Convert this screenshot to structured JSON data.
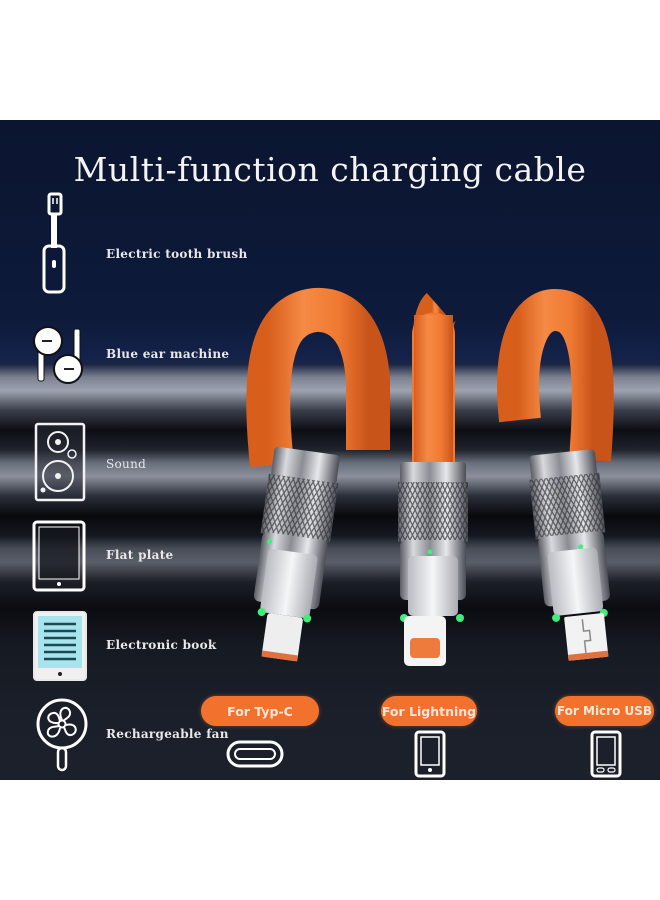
{
  "banner": {
    "title": "Multi-function charging cable",
    "features": [
      {
        "label": "Electric tooth brush",
        "icon": "toothbrush-icon"
      },
      {
        "label": "Blue ear machine",
        "icon": "earbuds-icon"
      },
      {
        "label": "Sound",
        "icon": "speaker-icon"
      },
      {
        "label": "Flat plate",
        "icon": "tablet-icon"
      },
      {
        "label": "Electronic book",
        "icon": "ebook-icon"
      },
      {
        "label": "Rechargeable fan",
        "icon": "fan-icon"
      }
    ],
    "connectors": [
      {
        "label": "For Typ-C",
        "icon": "usb-c-port-icon"
      },
      {
        "label": "For Lightning",
        "icon": "phone-lightning-icon"
      },
      {
        "label": "For Micro USB",
        "icon": "phone-micro-usb-icon"
      }
    ],
    "colors": {
      "cable_orange": "#f07a32",
      "pill_orange": "#f2712c",
      "background_navy": "#0d1a3a",
      "led_green": "#3cf07a"
    }
  }
}
